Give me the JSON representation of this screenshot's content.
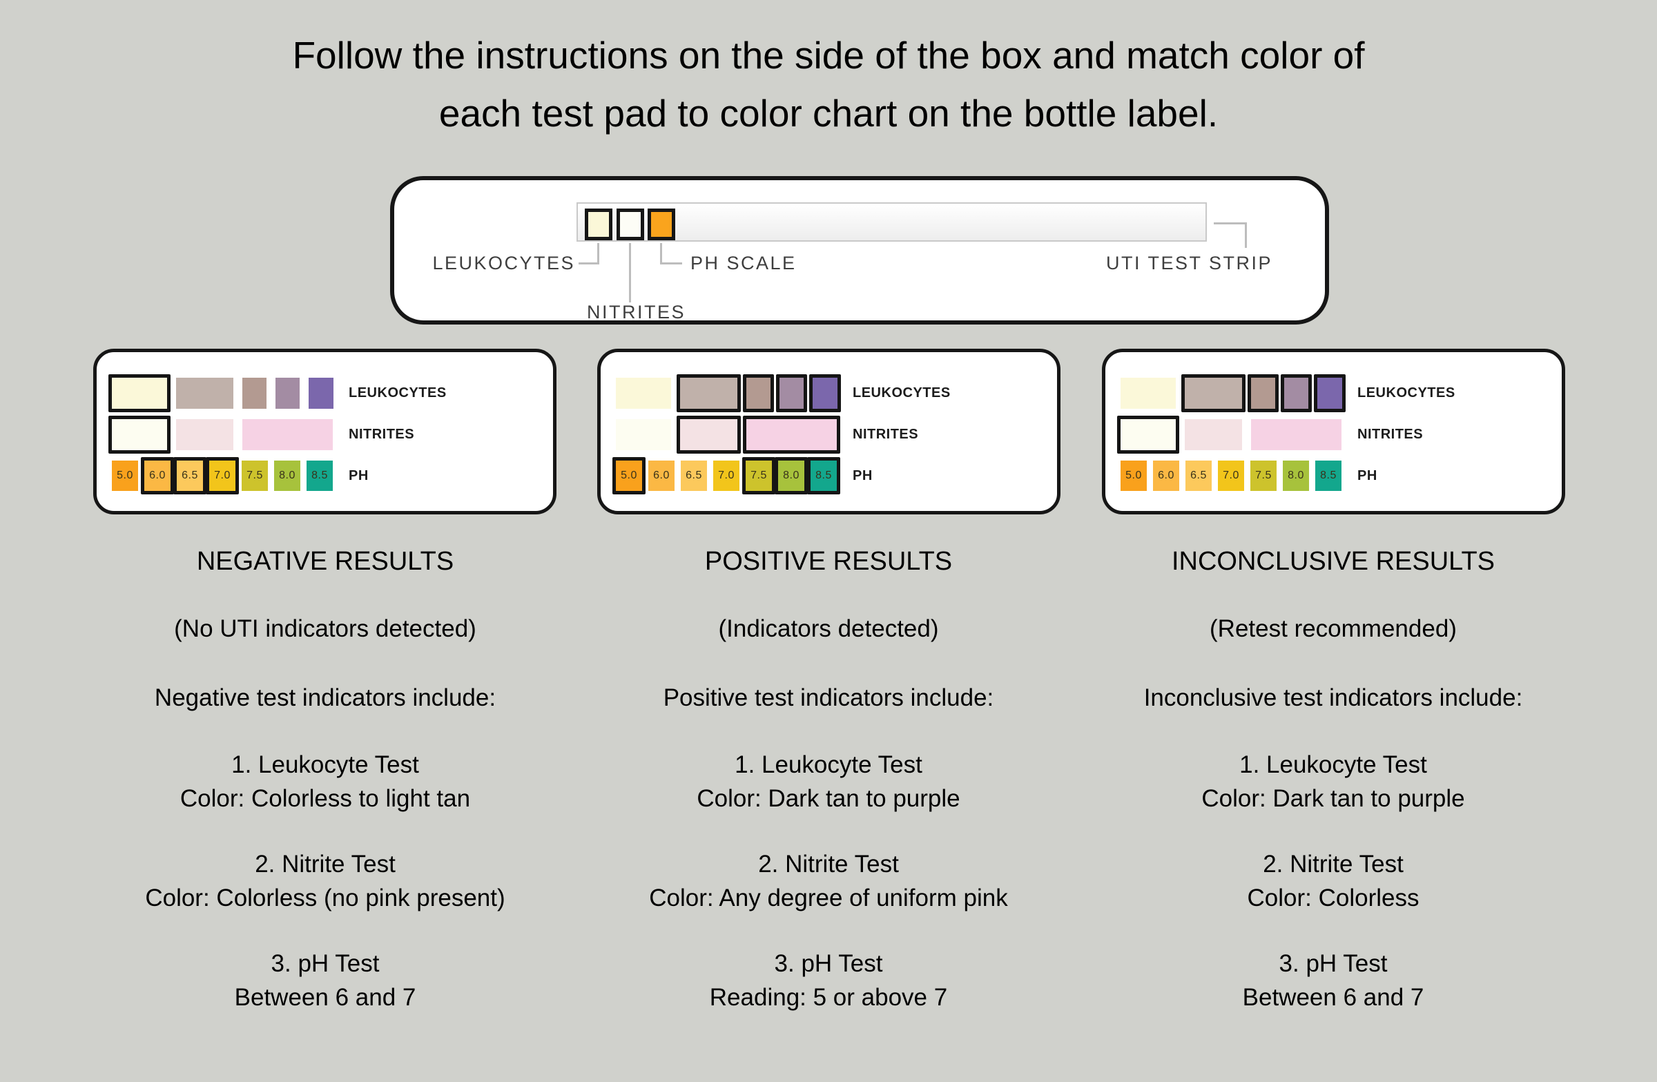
{
  "page": {
    "background": "#d0d1cc",
    "title_line1": "Follow the instructions on the side of the box and match color of",
    "title_line2": "each test pad to color chart on the bottle label."
  },
  "strip_diagram": {
    "labels": {
      "leukocytes": "LEUKOCYTES",
      "nitrites": "NITRITES",
      "ph_scale": "PH SCALE",
      "uti_test_strip": "UTI TEST STRIP"
    },
    "pads": [
      {
        "name": "leukocytes-pad",
        "color": "#fbf7d8"
      },
      {
        "name": "nitrites-pad",
        "color": "#fdfdf6"
      },
      {
        "name": "ph-pad",
        "color": "#faa41d"
      }
    ]
  },
  "swatches": {
    "leukocytes": [
      "#fbf8d9",
      "#c0b1aa",
      "#b39a91",
      "#a38ca3",
      "#7b67ac"
    ],
    "nitrites": [
      "#fdfdf1",
      "#f4e2e4",
      "#f6d2e4"
    ],
    "ph": [
      {
        "label": "5.0",
        "color": "#f9a11c"
      },
      {
        "label": "6.0",
        "color": "#fbb844"
      },
      {
        "label": "6.5",
        "color": "#fcc95c"
      },
      {
        "label": "7.0",
        "color": "#f2c51b"
      },
      {
        "label": "7.5",
        "color": "#cdc32c"
      },
      {
        "label": "8.0",
        "color": "#a7c23c"
      },
      {
        "label": "8.5",
        "color": "#13a78d"
      }
    ]
  },
  "cards": [
    {
      "id": "negative",
      "heading": "NEGATIVE RESULTS",
      "subheading": "(No UTI indicators detected)",
      "intro": "Negative test indicators include:",
      "row_labels": {
        "leukocytes": "LEUKOCYTES",
        "nitrites": "NITRITES",
        "ph": "PH"
      },
      "items": [
        {
          "line1": "1. Leukocyte Test",
          "line2": "Color: Colorless to light tan"
        },
        {
          "line1": "2. Nitrite Test",
          "line2": "Color: Colorless (no pink present)"
        },
        {
          "line1": "3. pH Test",
          "line2": "Between 6 and 7"
        }
      ],
      "highlights": {
        "leukocytes": [
          true,
          false,
          false,
          false,
          false
        ],
        "nitrites": [
          true,
          false,
          false
        ],
        "ph": [
          false,
          true,
          true,
          true,
          false,
          false,
          false
        ]
      }
    },
    {
      "id": "positive",
      "heading": "POSITIVE RESULTS",
      "subheading": "(Indicators detected)",
      "intro": "Positive test indicators include:",
      "row_labels": {
        "leukocytes": "LEUKOCYTES",
        "nitrites": "NITRITES",
        "ph": "PH"
      },
      "items": [
        {
          "line1": "1. Leukocyte Test",
          "line2": "Color: Dark tan to purple"
        },
        {
          "line1": "2. Nitrite Test",
          "line2": "Color: Any degree of uniform pink"
        },
        {
          "line1": "3. pH Test",
          "line2": "Reading: 5 or above 7"
        }
      ],
      "highlights": {
        "leukocytes": [
          false,
          true,
          true,
          true,
          true
        ],
        "nitrites": [
          false,
          true,
          true
        ],
        "ph": [
          true,
          false,
          false,
          false,
          true,
          true,
          true
        ]
      }
    },
    {
      "id": "inconclusive",
      "heading": "INCONCLUSIVE RESULTS",
      "subheading": "(Retest recommended)",
      "intro": "Inconclusive test indicators include:",
      "row_labels": {
        "leukocytes": "LEUKOCYTES",
        "nitrites": "NITRITES",
        "ph": "PH"
      },
      "items": [
        {
          "line1": "1. Leukocyte Test",
          "line2": "Color: Dark tan to purple"
        },
        {
          "line1": "2. Nitrite Test",
          "line2": "Color: Colorless"
        },
        {
          "line1": "3. pH Test",
          "line2": "Between 6 and 7"
        }
      ],
      "highlights": {
        "leukocytes": [
          false,
          true,
          true,
          true,
          true
        ],
        "nitrites": [
          true,
          false,
          false
        ],
        "ph": [
          false,
          false,
          false,
          false,
          false,
          false,
          false
        ]
      }
    }
  ]
}
